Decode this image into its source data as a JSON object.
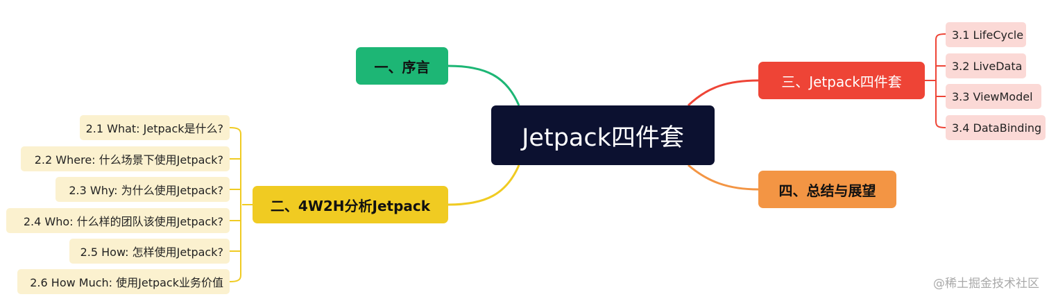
{
  "root": {
    "label": "Jetpack四件套"
  },
  "branches": {
    "preface": {
      "label": "一、序言",
      "color": "#1db675"
    },
    "analysis": {
      "label": "二、4W2H分析Jetpack",
      "color": "#f0cb22",
      "children": [
        "2.1 What: Jetpack是什么?",
        "2.2 Where: 什么场景下使用Jetpack?",
        "2.3 Why: 为什么使用Jetpack?",
        "2.4 Who: 什么样的团队该使用Jetpack?",
        "2.5 How: 怎样使用Jetpack?",
        "2.6 How Much: 使用Jetpack业务价值"
      ]
    },
    "four_components": {
      "label": "三、Jetpack四件套",
      "color": "#ee4436",
      "children": [
        "3.1 LifeCycle",
        "3.2 LiveData",
        "3.3 ViewModel",
        "3.4 DataBinding"
      ]
    },
    "summary": {
      "label": "四、总结与展望",
      "color": "#f39544"
    }
  },
  "watermark": "@稀土掘金技术社区"
}
